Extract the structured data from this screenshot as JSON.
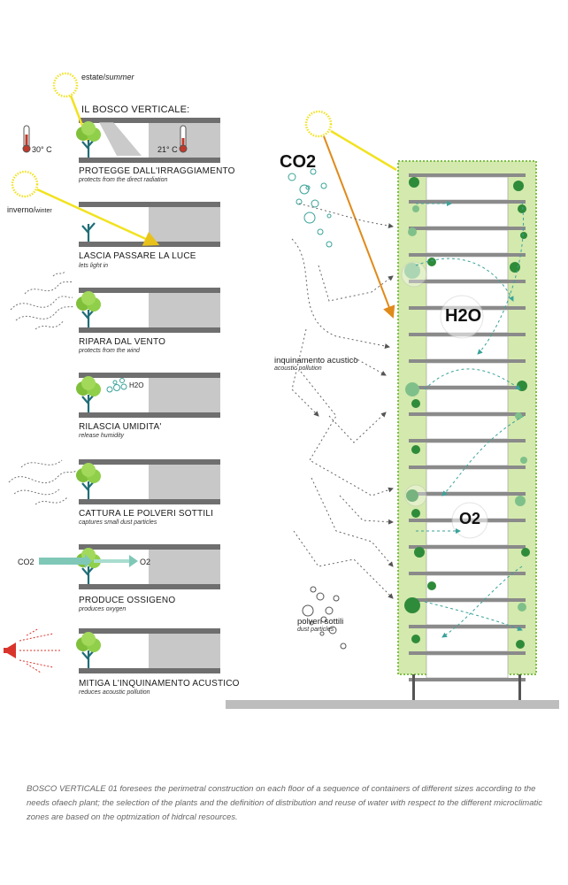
{
  "header": {
    "title": "IL BOSCO VERTICALE:"
  },
  "season_labels": {
    "summer_it": "estate/",
    "summer_en": "summer",
    "winter_it": "inverno/",
    "winter_en": "winter"
  },
  "temperatures": {
    "outside": "30° C",
    "inside": "21° C"
  },
  "panels": [
    {
      "title": "PROTEGGE DALL'IRRAGGIAMENTO",
      "subtitle": "protects from the direct radiation"
    },
    {
      "title": "LASCIA PASSARE LA LUCE",
      "subtitle": "lets light in"
    },
    {
      "title": "RIPARA  DAL VENTO",
      "subtitle": "protects from the wind"
    },
    {
      "title": "RILASCIA UMIDITA'",
      "subtitle": "release humidity"
    },
    {
      "title": "CATTURA LE POLVERI SOTTILI",
      "subtitle": "captures small dust particles"
    },
    {
      "title": "PRODUCE OSSIGENO",
      "subtitle": "produces oxygen"
    },
    {
      "title": "MITIGA L'INQUINAMENTO ACUSTICO",
      "subtitle": "reduces acoustic pollution"
    }
  ],
  "panel_annotations": {
    "h2o": "H2O",
    "co2": "CO2",
    "o2": "O2"
  },
  "building": {
    "co2_label": "CO2",
    "h2o_label": "H2O",
    "o2_label": "O2",
    "noise_label": "inquinamento acustico",
    "noise_sub": "acoustic pollution",
    "dust_label": "polveri sottili",
    "dust_sub": "dust particles"
  },
  "caption": "BOSCO VERTICALE 01 foresees the perimetral construction on each floor of a sequence of containers of different sizes according to the needs ofaech plant;  the selection of the plants and the definition of distribution and reuse of water with respect to the different microclimatic zones are based on the optmization of hidrcal resources.",
  "colors": {
    "sun": "#f2e21f",
    "greenDark": "#2e8b3a",
    "greenLight": "#a9d98a",
    "facade": "#cfe6a7",
    "gray": "#c8c8c8",
    "slab": "#6f6f6f",
    "arrow": "#4fa9a0",
    "noise": "#d9342b"
  }
}
